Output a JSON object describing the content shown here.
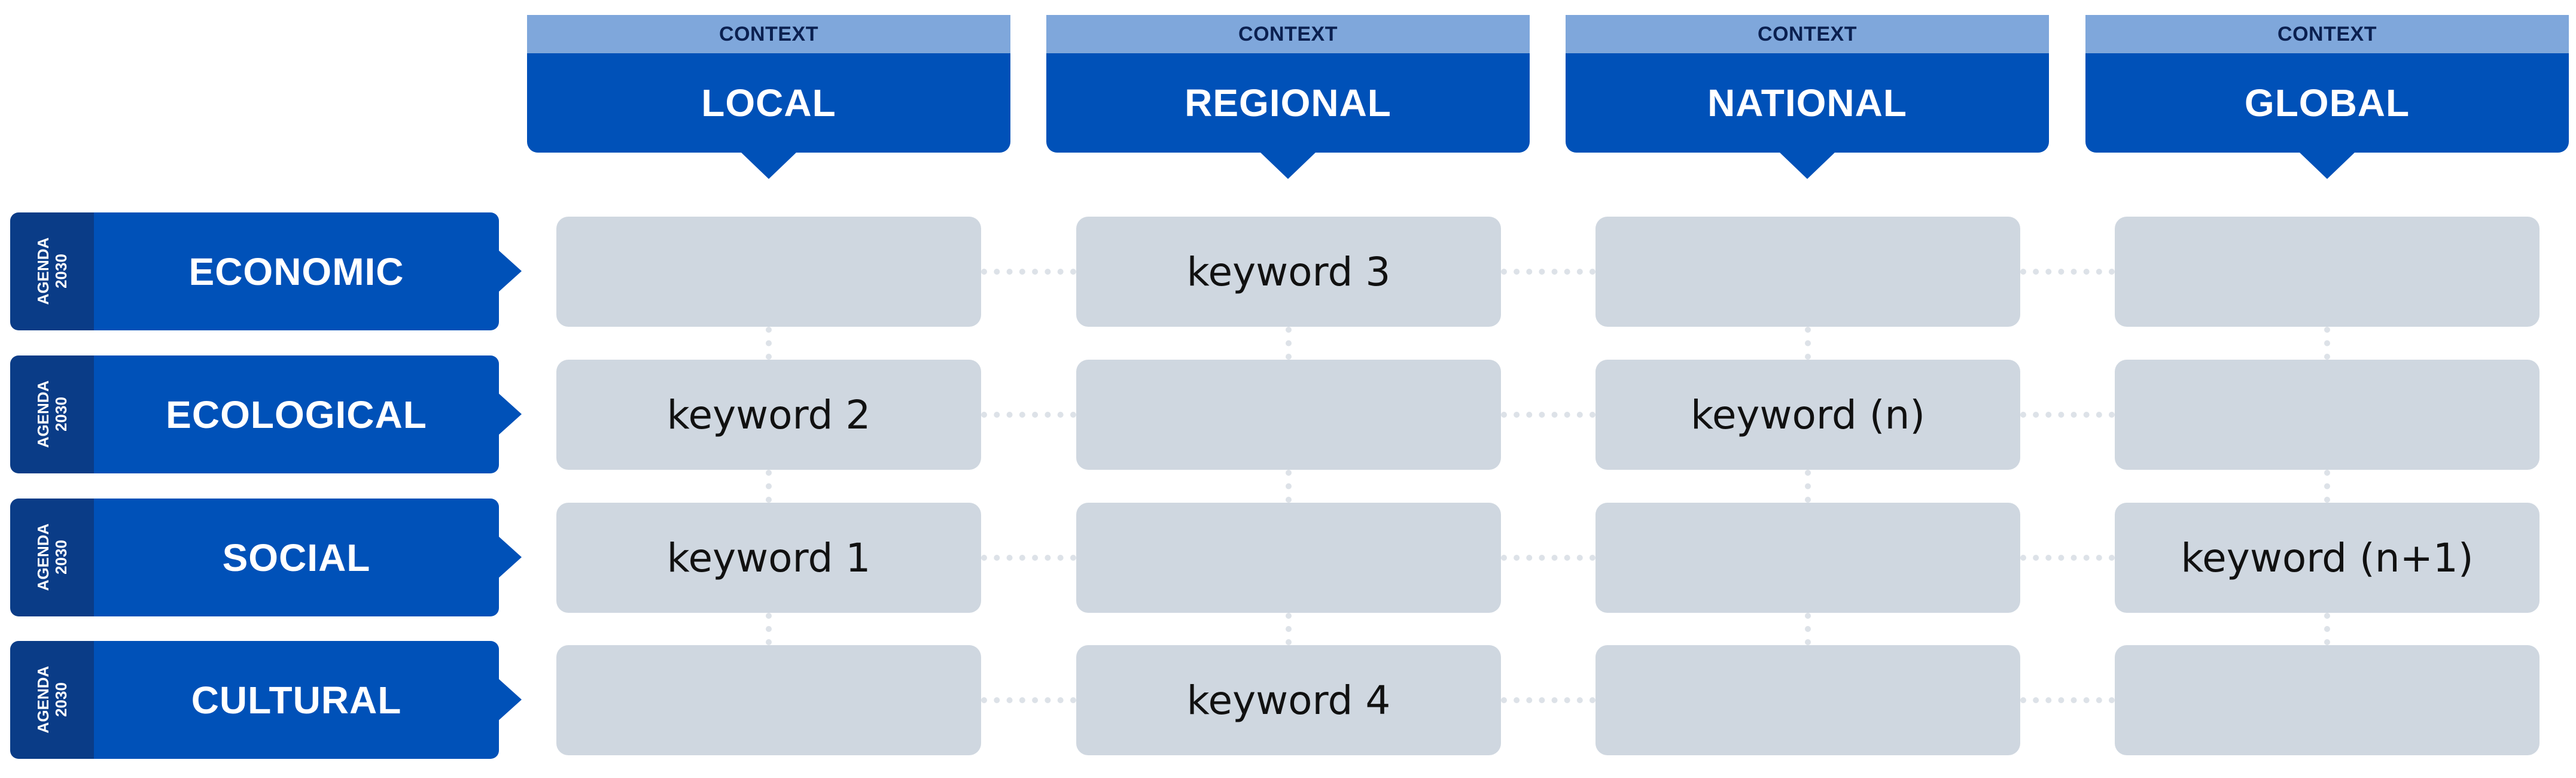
{
  "columns": [
    {
      "context": "CONTEXT",
      "title": "LOCAL"
    },
    {
      "context": "CONTEXT",
      "title": "REGIONAL"
    },
    {
      "context": "CONTEXT",
      "title": "NATIONAL"
    },
    {
      "context": "CONTEXT",
      "title": "GLOBAL"
    }
  ],
  "rows": [
    {
      "agenda_line1": "AGENDA",
      "agenda_line2": "2030",
      "label": "ECONOMIC"
    },
    {
      "agenda_line1": "AGENDA",
      "agenda_line2": "2030",
      "label": "ECOLOGICAL"
    },
    {
      "agenda_line1": "AGENDA",
      "agenda_line2": "2030",
      "label": "SOCIAL"
    },
    {
      "agenda_line1": "AGENDA",
      "agenda_line2": "2030",
      "label": "CULTURAL"
    }
  ],
  "cells": [
    [
      "",
      "keyword 3",
      "",
      ""
    ],
    [
      "keyword 2",
      "",
      "keyword (n)",
      ""
    ],
    [
      "keyword 1",
      "",
      "",
      "keyword (n+1)"
    ],
    [
      "",
      "keyword 4",
      "",
      ""
    ]
  ],
  "colors": {
    "header_dark": "#0051b8",
    "header_light": "#7fa7db",
    "agenda_dark": "#0a3c87",
    "cell_fill": "#cfd7e0",
    "connector": "#dde2e8"
  }
}
